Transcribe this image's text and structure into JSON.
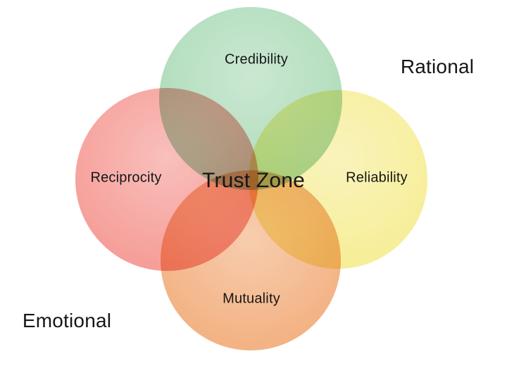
{
  "page": {
    "background": "#ffffff",
    "text_color": "#161616"
  },
  "diagram": {
    "type": "venn-4-circle",
    "center_label": "Trust Zone",
    "context_labels": {
      "rational": "Rational",
      "emotional": "Emotional"
    },
    "circles": [
      {
        "id": "credibility",
        "label": "Credibility",
        "position": "top",
        "color": "#a5d8b2"
      },
      {
        "id": "reciprocity",
        "label": "Reciprocity",
        "position": "left",
        "color": "#f5928c"
      },
      {
        "id": "reliability",
        "label": "Reliability",
        "position": "right",
        "color": "#f6ec8c"
      },
      {
        "id": "mutuality",
        "label": "Mutuality",
        "position": "bottom",
        "color": "#f2a974"
      }
    ],
    "overlap_colors": {
      "credibility_reciprocity": "#ad9383",
      "credibility_reliability": "#bcd97c",
      "reciprocity_mutuality": "#ee7a5e",
      "reliability_mutuality": "#f2ae5e"
    }
  }
}
